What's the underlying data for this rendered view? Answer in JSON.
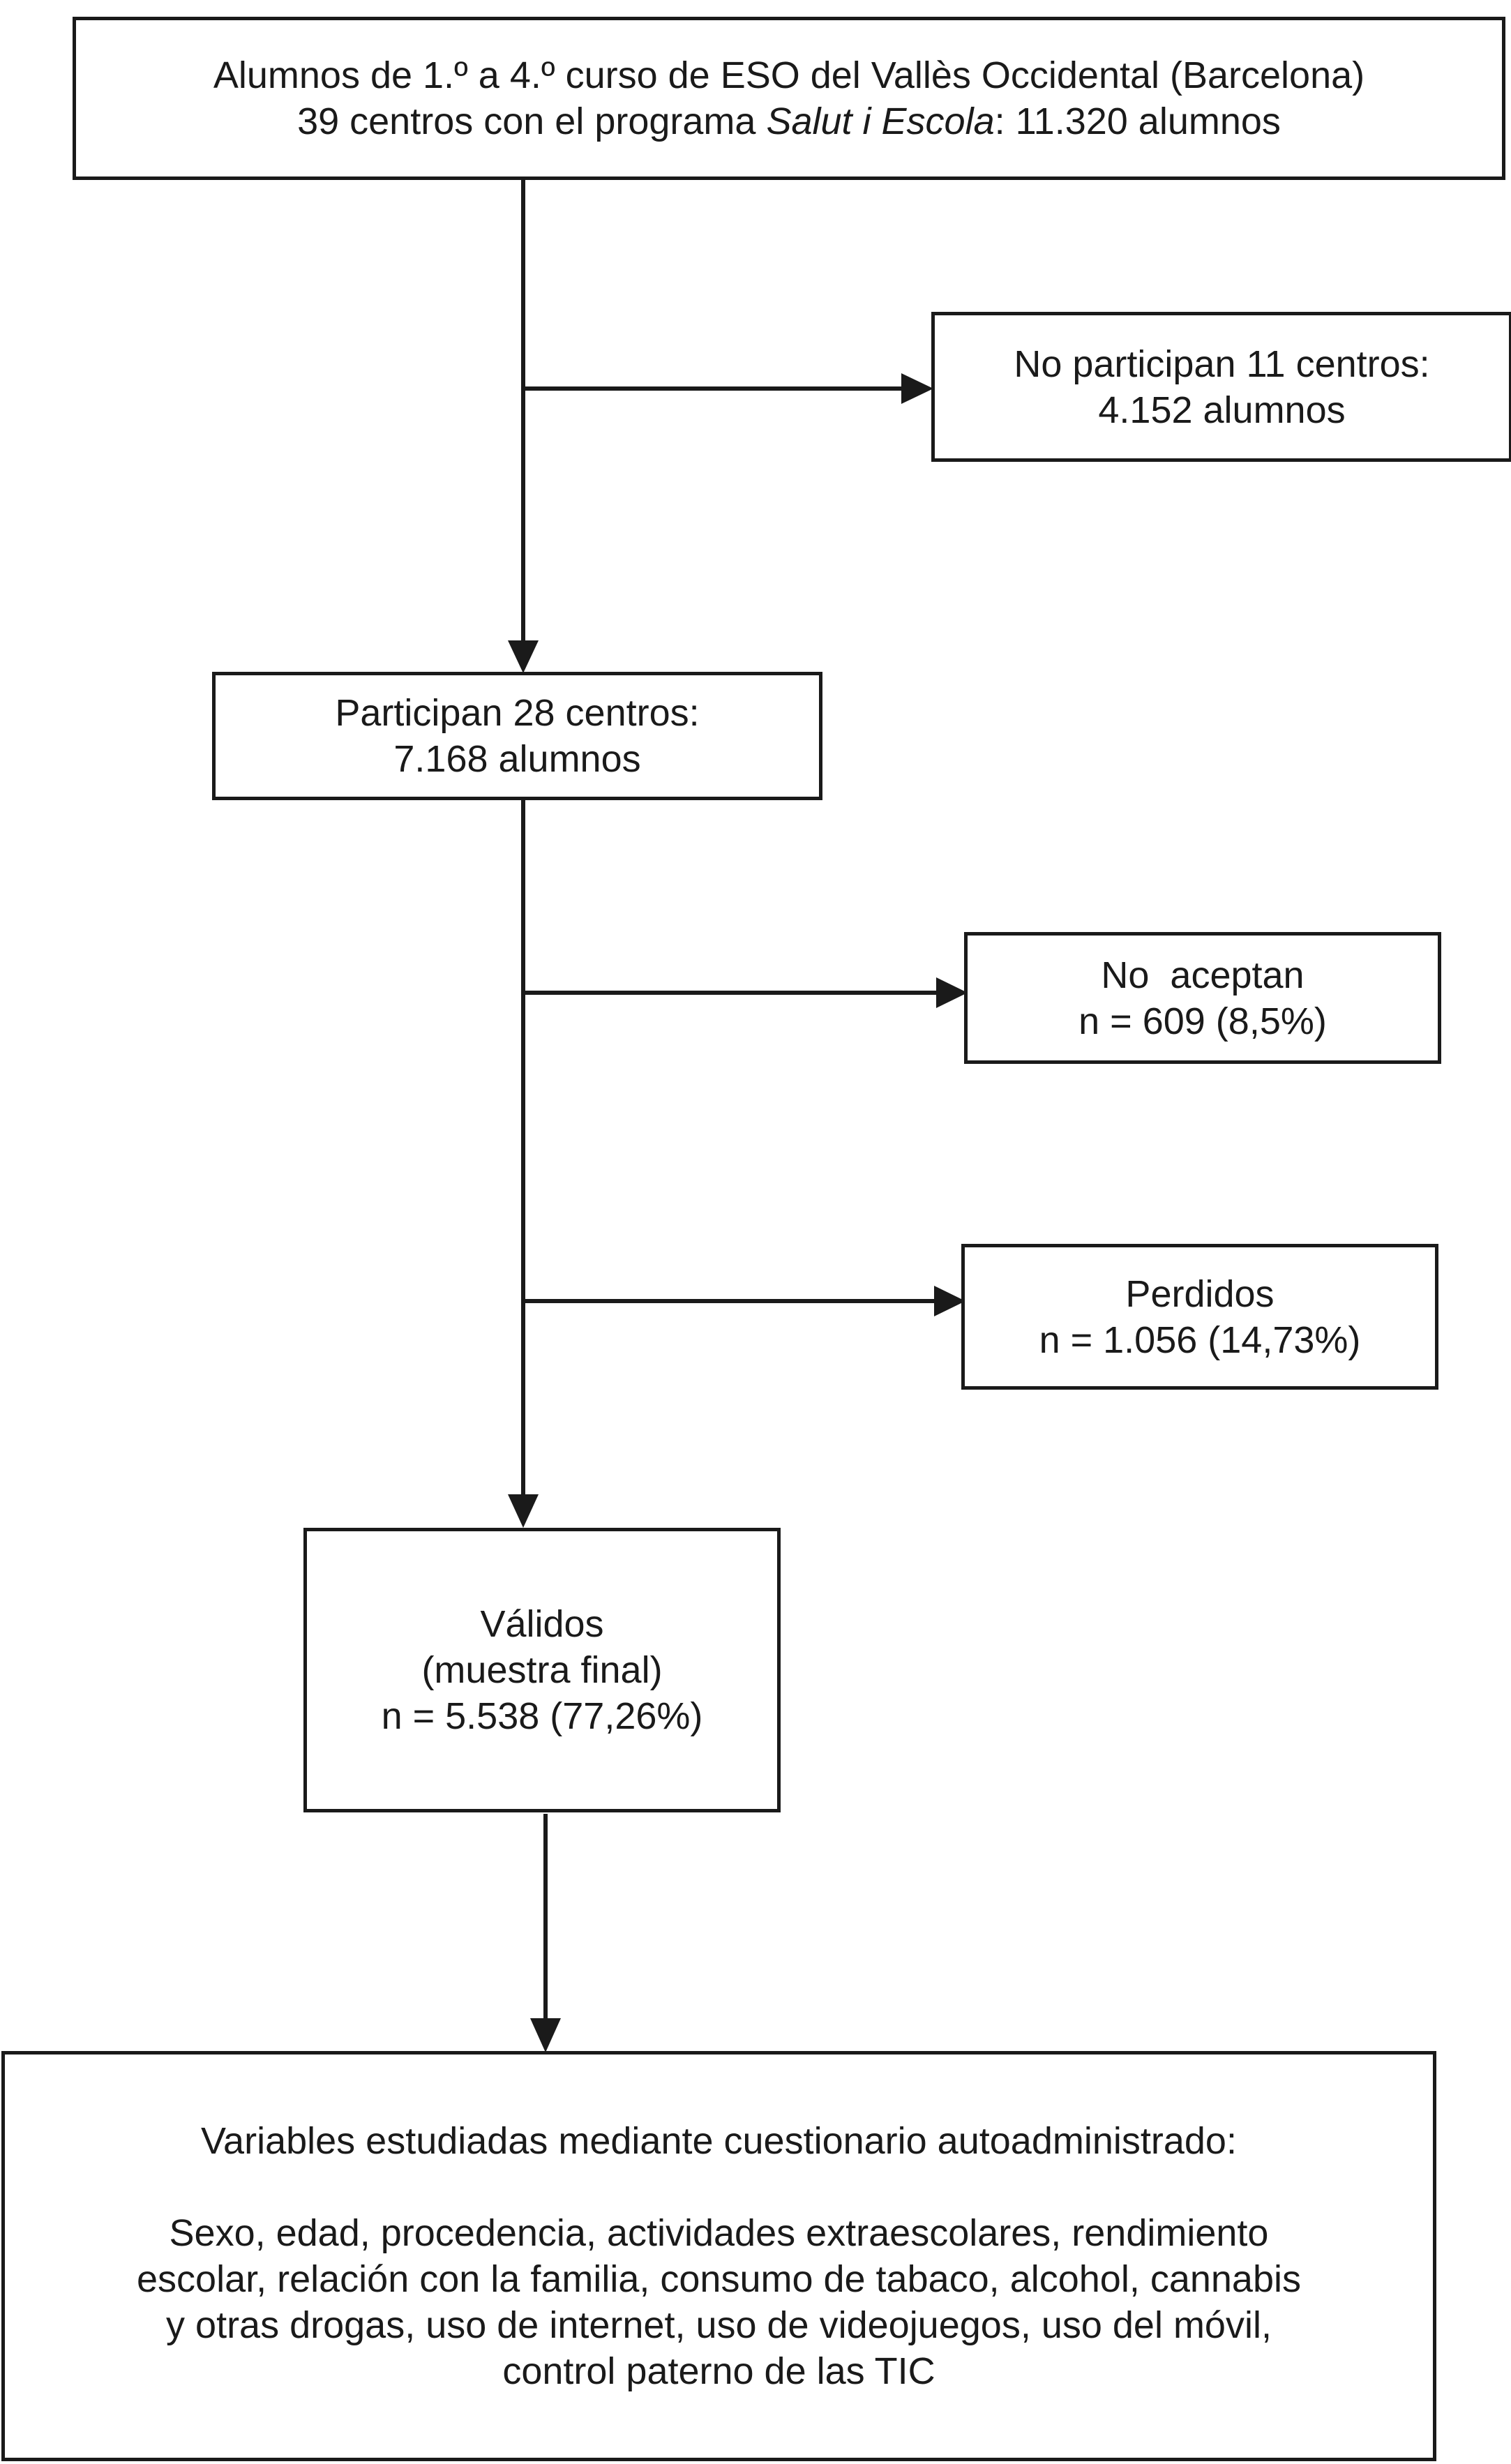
{
  "boxes": {
    "population": {
      "line1": "Alumnos de 1.º a 4.º curso de ESO del Vallès Occidental (Barcelona)",
      "line2_prefix": "39 centros con el programa ",
      "line2_italic": "Salut i Escola",
      "line2_suffix": ": 11.320 alumnos"
    },
    "not_participating": {
      "line1": "No participan 11 centros:",
      "line2": "4.152 alumnos"
    },
    "participating": {
      "line1": "Participan 28 centros:",
      "line2": "7.168 alumnos"
    },
    "not_accepting": {
      "line1": "No  aceptan",
      "line2": "n = 609 (8,5%)"
    },
    "lost": {
      "line1": "Perdidos",
      "line2": "n = 1.056 (14,73%)"
    },
    "valid": {
      "line1": "Válidos",
      "line2": "(muestra final)",
      "line3": "n = 5.538 (77,26%)"
    },
    "variables": {
      "heading": "Variables estudiadas mediante cuestionario autoadministrado:",
      "body_line1": "Sexo, edad, procedencia, actividades extraescolares, rendimiento",
      "body_line2": "escolar, relación con la familia, consumo de tabaco, alcohol, cannabis",
      "body_line3": "y otras drogas, uso de internet, uso de videojuegos, uso del móvil,",
      "body_line4": "control paterno de las TIC"
    }
  },
  "colors": {
    "stroke": "#1a1a1a",
    "background": "#ffffff"
  }
}
